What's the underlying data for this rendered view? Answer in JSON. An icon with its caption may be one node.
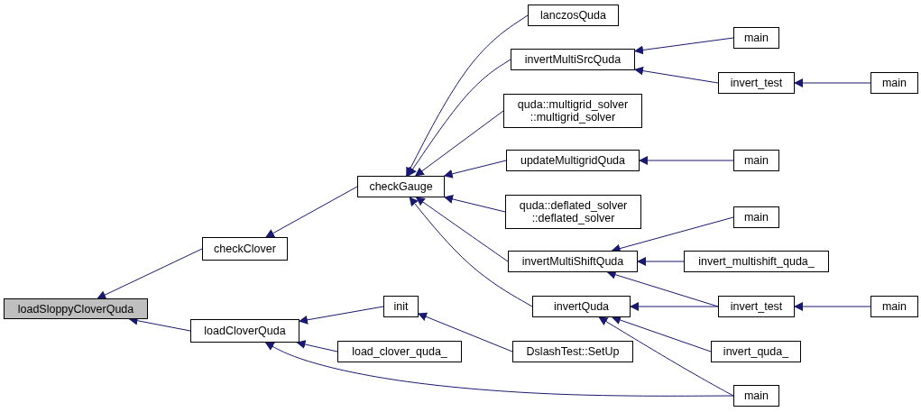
{
  "diagram": {
    "nodes": [
      {
        "text": [
          "loadSloppyCloverQuda"
        ]
      },
      {
        "text": [
          "checkClover"
        ]
      },
      {
        "text": [
          "loadCloverQuda"
        ]
      },
      {
        "text": [
          "checkGauge"
        ]
      },
      {
        "text": [
          "init"
        ]
      },
      {
        "text": [
          "load_clover_quda_"
        ]
      },
      {
        "text": [
          "lanczosQuda"
        ]
      },
      {
        "text": [
          "invertMultiSrcQuda"
        ]
      },
      {
        "text": [
          "quda::multigrid_solver ::multigrid_solver"
        ]
      },
      {
        "text": [
          "updateMultigridQuda"
        ]
      },
      {
        "text": [
          "quda::deflated_solver ::deflated_solver"
        ]
      },
      {
        "text": [
          "invertMultiShiftQuda"
        ]
      },
      {
        "text": [
          "invertQuda"
        ]
      },
      {
        "text": [
          "DslashTest::SetUp"
        ]
      },
      {
        "text": [
          "main"
        ]
      },
      {
        "text": [
          "invert_test"
        ]
      },
      {
        "text": [
          "main"
        ]
      },
      {
        "text": [
          "main"
        ]
      },
      {
        "text": [
          "main"
        ]
      },
      {
        "text": [
          "invert_multishift_quda_"
        ]
      },
      {
        "text": [
          "invert_test"
        ]
      },
      {
        "text": [
          "main"
        ]
      },
      {
        "text": [
          "invert_quda_"
        ]
      },
      {
        "text": [
          "main"
        ]
      }
    ],
    "edges": [
      {
        "from": 1,
        "to": 0,
        "arrow": "to"
      },
      {
        "from": 2,
        "to": 0,
        "arrow": "to"
      },
      {
        "from": 3,
        "to": 1,
        "arrow": "to"
      },
      {
        "from": 4,
        "to": 2,
        "arrow": "to"
      },
      {
        "from": 5,
        "to": 2,
        "arrow": "to"
      },
      {
        "from": 23,
        "to": 2,
        "arrow": "to"
      },
      {
        "from": 6,
        "to": 3,
        "arrow": "to"
      },
      {
        "from": 7,
        "to": 3,
        "arrow": "to"
      },
      {
        "from": 8,
        "to": 3,
        "arrow": "to"
      },
      {
        "from": 9,
        "to": 3,
        "arrow": "to"
      },
      {
        "from": 10,
        "to": 3,
        "arrow": "to"
      },
      {
        "from": 11,
        "to": 3,
        "arrow": "to"
      },
      {
        "from": 12,
        "to": 3,
        "arrow": "to"
      },
      {
        "from": 13,
        "to": 4,
        "arrow": "to"
      },
      {
        "from": 14,
        "to": 7,
        "arrow": "to"
      },
      {
        "from": 15,
        "to": 7,
        "arrow": "to"
      },
      {
        "from": 16,
        "to": 15,
        "arrow": "to"
      },
      {
        "from": 17,
        "to": 9,
        "arrow": "to"
      },
      {
        "from": 18,
        "to": 11,
        "arrow": "to"
      },
      {
        "from": 19,
        "to": 11,
        "arrow": "to"
      },
      {
        "from": 20,
        "to": 11,
        "arrow": "to"
      },
      {
        "from": 20,
        "to": 12,
        "arrow": "to"
      },
      {
        "from": 22,
        "to": 12,
        "arrow": "to"
      },
      {
        "from": 23,
        "to": 12,
        "arrow": "to"
      },
      {
        "from": 21,
        "to": 20,
        "arrow": "to"
      }
    ]
  }
}
